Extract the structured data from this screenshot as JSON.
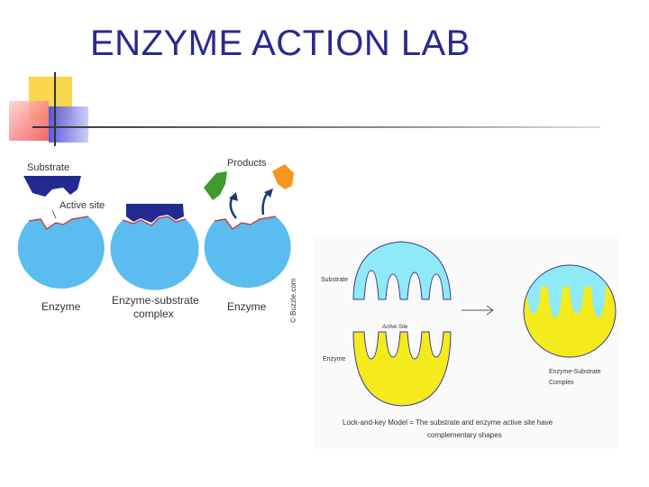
{
  "slide": {
    "title": "ENZYME ACTION LAB"
  },
  "left_diagram": {
    "substrate_label": "Substrate",
    "active_site_label": "Active site",
    "products_label": "Products",
    "enzyme_label_1": "Enzyme",
    "complex_label_line1": "Enzyme-substrate",
    "complex_label_line2": "complex",
    "enzyme_label_2": "Enzyme",
    "watermark": "© Buzzle.com",
    "colors": {
      "enzyme": "#5bbcef",
      "substrate": "#232a8f",
      "product_green": "#3f9a2f",
      "product_orange": "#f5961e",
      "arrow": "#1f3a72"
    }
  },
  "right_diagram": {
    "substrate_label": "Substrate",
    "active_site_label": "Active Site",
    "enzyme_label": "Enzyme",
    "complex_label_line1": "Enzyme-Substrate",
    "complex_label_line2": "Complex",
    "caption_line1": "Lock-and-key Model = The substrate and enzyme active site have",
    "caption_line2": "complementary shapes",
    "colors": {
      "substrate": "#8eeaf7",
      "enzyme": "#f5ea1c"
    }
  },
  "decoration": {
    "colors": {
      "yellow": "#f8d23a",
      "red": "#f04a4a",
      "blue": "#4a4ad8",
      "rule": "#333333"
    }
  }
}
